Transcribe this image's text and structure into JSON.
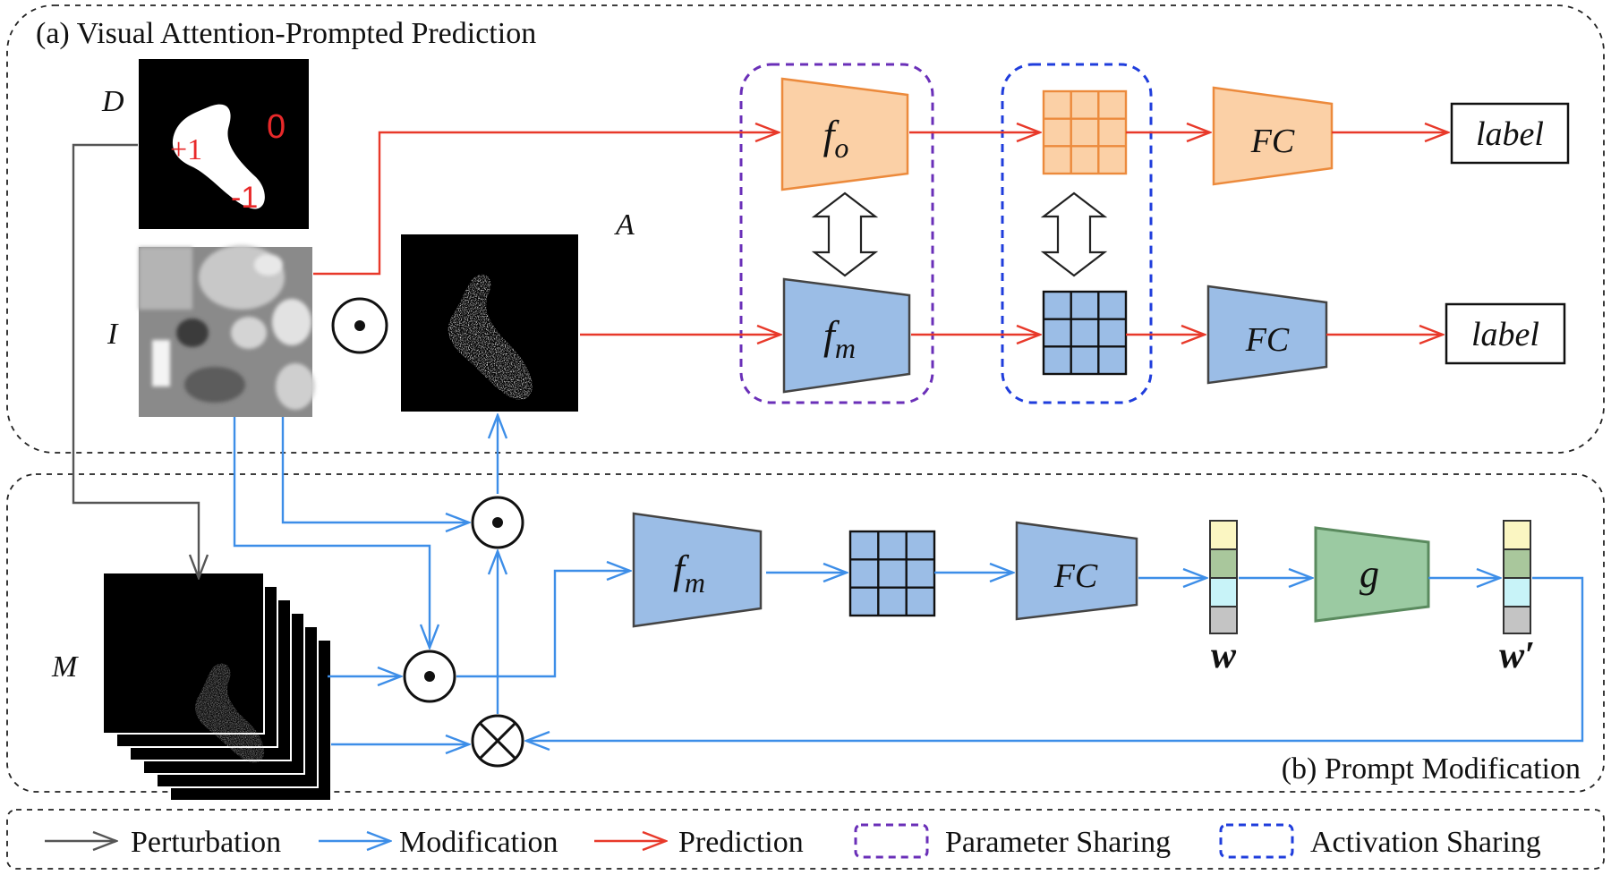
{
  "sections": {
    "a_title": "(a) Visual Attention-Prompted Prediction",
    "b_title": "(b) Prompt Modification"
  },
  "images": {
    "d_label": "D",
    "i_label": "I",
    "a_label": "A",
    "m_label": "M",
    "d_values": {
      "plus": "+1",
      "zero": "0",
      "minus": "-1"
    }
  },
  "modules": {
    "f_o": {
      "base": "f",
      "sub": "o"
    },
    "f_m": {
      "base": "f",
      "sub": "m"
    },
    "fc": "FC",
    "g": "g"
  },
  "outputs": {
    "label_top": "label",
    "label_bottom": "label",
    "w": "w",
    "w_prime": "w′"
  },
  "operators": {
    "hadamard": "⊙",
    "multiply": "⊗"
  },
  "legend": {
    "perturbation": "Perturbation",
    "modification": "Modification",
    "prediction": "Prediction",
    "parameter_sharing": "Parameter Sharing",
    "activation_sharing": "Activation Sharing"
  },
  "colors": {
    "prediction": "#e8392a",
    "modification": "#3d8ee8",
    "perturbation": "#555555",
    "parameter_sharing": "#6a2fb8",
    "activation_sharing": "#1f3ddc",
    "orange_fill": "#fbd0a6",
    "orange_stroke": "#ec8a3c",
    "blue_fill": "#9bbde6",
    "green_fill": "#9bcaa2",
    "green_stroke": "#5a8a5e"
  }
}
